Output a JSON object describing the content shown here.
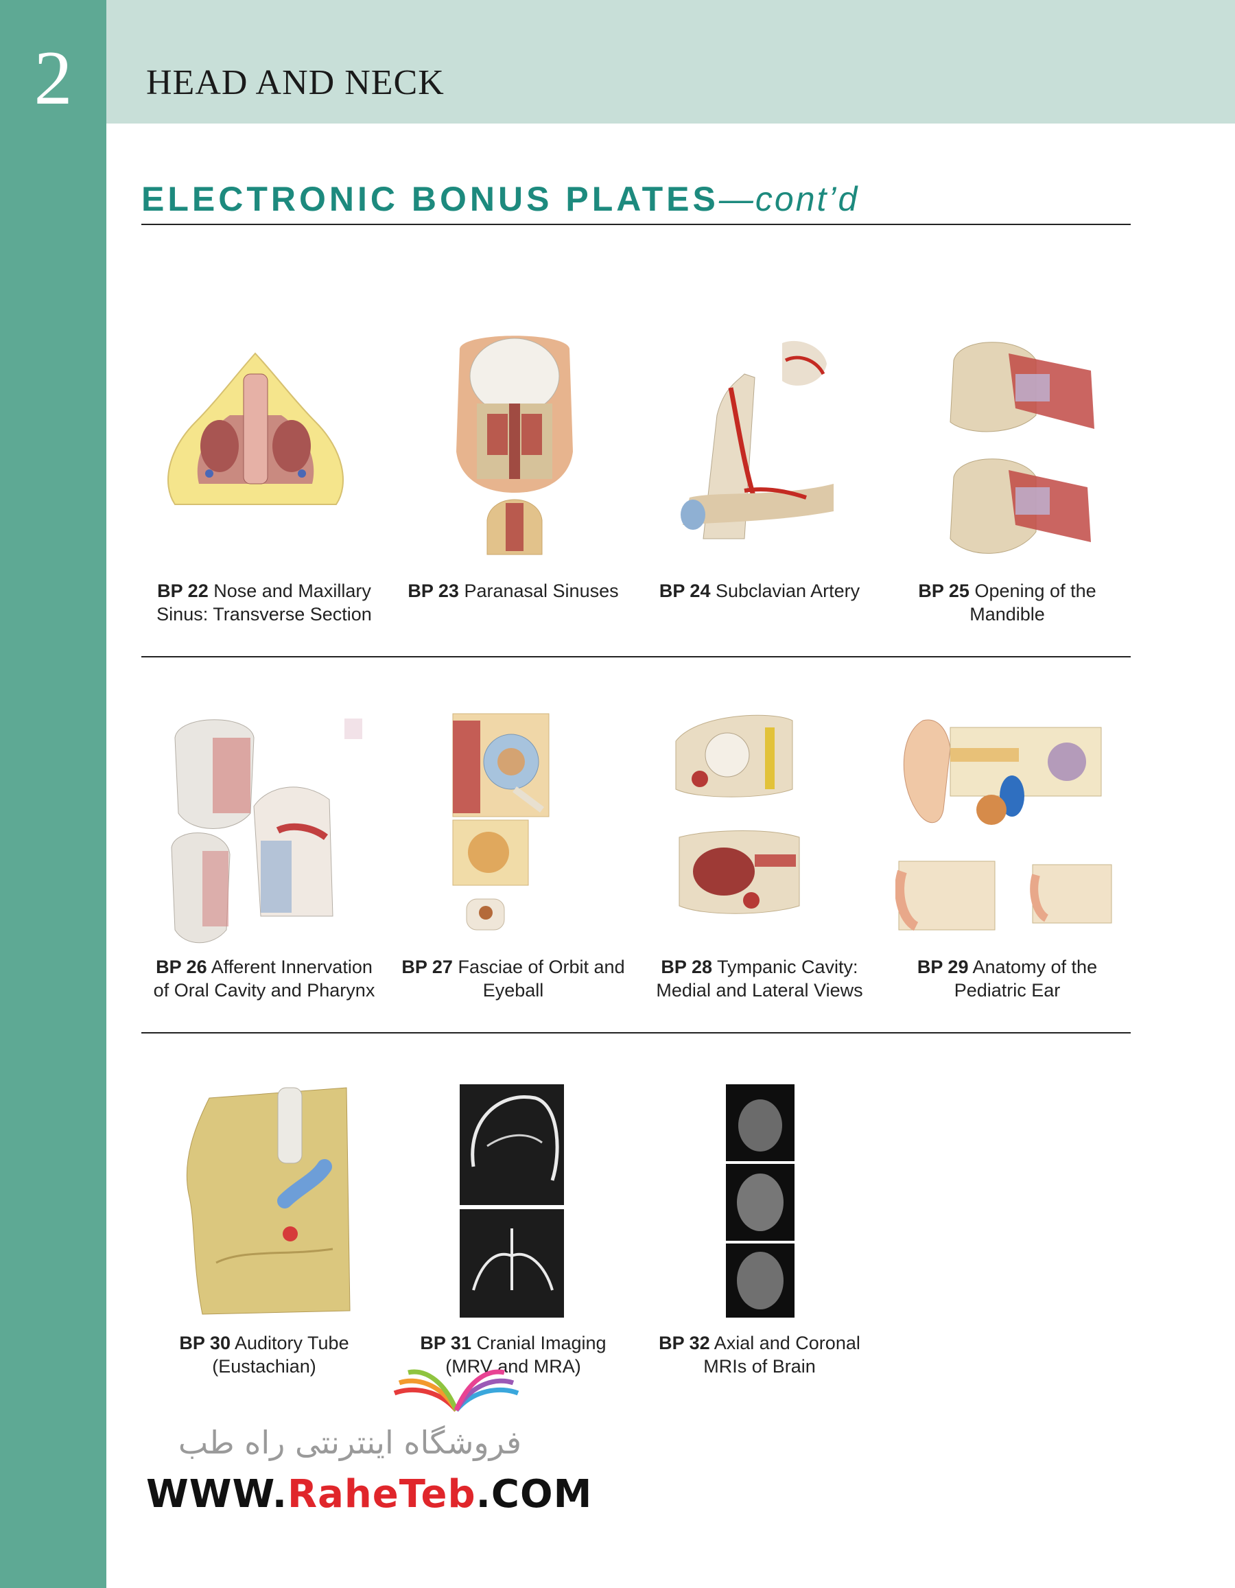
{
  "header": {
    "chapter_number": "2",
    "chapter_title": "HEAD AND NECK"
  },
  "section": {
    "title": "ELECTRONIC BONUS PLATES",
    "contd": "—cont’d"
  },
  "plates": [
    {
      "id": "BP 22",
      "title": "Nose and Maxillary Sinus: Transverse Section"
    },
    {
      "id": "BP 23",
      "title": "Paranasal Sinuses"
    },
    {
      "id": "BP 24",
      "title": "Subclavian Artery"
    },
    {
      "id": "BP 25",
      "title": "Opening of the Mandible"
    },
    {
      "id": "BP 26",
      "title": "Afferent Innervation of Oral Cavity and Pharynx"
    },
    {
      "id": "BP 27",
      "title": "Fasciae of Orbit and Eyeball"
    },
    {
      "id": "BP 28",
      "title": "Tympanic Cavity: Medial and Lateral Views"
    },
    {
      "id": "BP 29",
      "title": "Anatomy of the Pediatric Ear"
    },
    {
      "id": "BP 30",
      "title": "Auditory Tube (Eustachian)"
    },
    {
      "id": "BP 31",
      "title": "Cranial Imaging (MRV and MRA)"
    },
    {
      "id": "BP 32",
      "title": "Axial and Coronal MRIs of Brain"
    }
  ],
  "watermark": {
    "persian": "فروشگاه اینترنتی راه طب",
    "url_prefix": "WWW.",
    "url_brand": "RaheTeb",
    "url_suffix": ".COM"
  }
}
